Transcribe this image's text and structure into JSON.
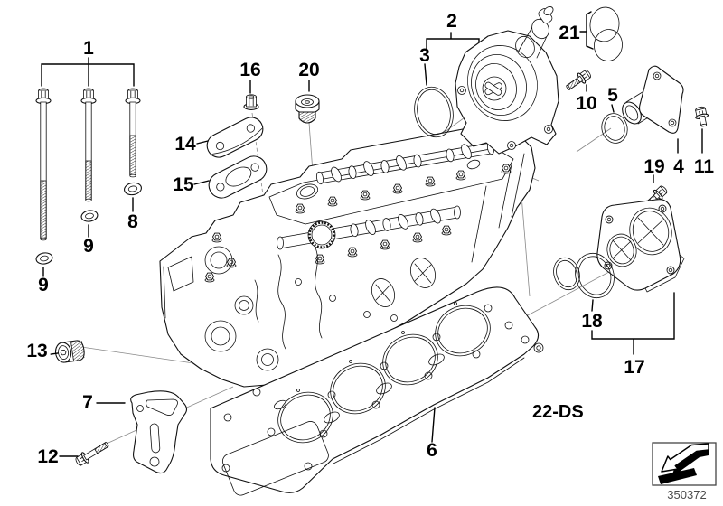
{
  "sheet": {
    "code": "22-DS",
    "number": "350372"
  },
  "callouts": {
    "c1": "1",
    "c2": "2",
    "c3": "3",
    "c4": "4",
    "c5": "5",
    "c6": "6",
    "c7": "7",
    "c8": "8",
    "c9a": "9",
    "c9b": "9",
    "c10": "10",
    "c11": "11",
    "c12": "12",
    "c13": "13",
    "c14": "14",
    "c15": "15",
    "c16": "16",
    "c17": "17",
    "c18": "18",
    "c19": "19",
    "c20": "20",
    "c21": "21"
  },
  "colors": {
    "line": "#111111",
    "background": "#ffffff",
    "construction_line": "#888888",
    "sheet_number_text": "#4a4a4a"
  }
}
